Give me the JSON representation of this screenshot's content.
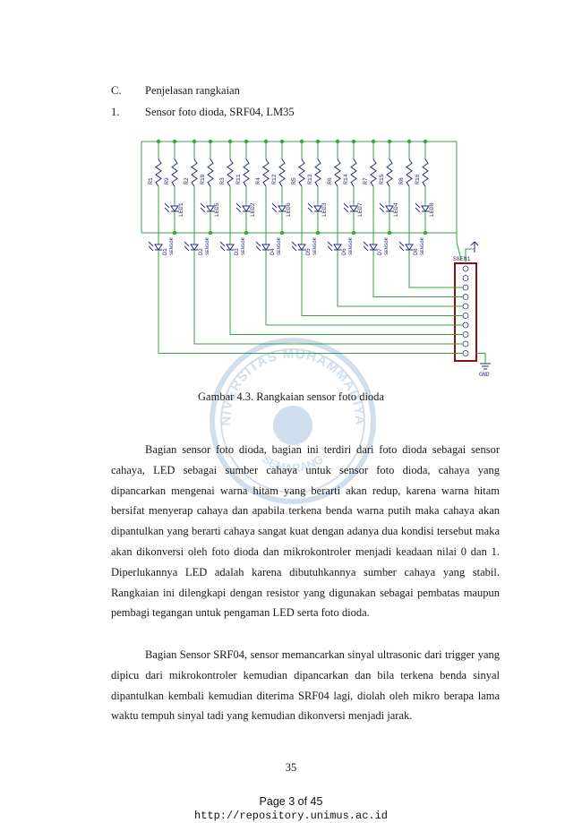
{
  "section": {
    "letter": "C.",
    "title": "Penjelasan rangkaian"
  },
  "subsection": {
    "number": "1.",
    "title": "Sensor foto dioda, SRF04, LM35"
  },
  "schematic": {
    "resistor_top_labels": [
      "R1",
      "R9",
      "R2",
      "R10",
      "R3",
      "R11",
      "R4",
      "R12",
      "R5",
      "R13",
      "R6",
      "R14",
      "R7",
      "R15",
      "R8",
      "R16"
    ],
    "led_labels": [
      "LED1",
      "LED5",
      "LED2",
      "LED6",
      "LED3",
      "LED7",
      "LED4",
      "LED8"
    ],
    "diode_labels": [
      "D1",
      "D2",
      "D3",
      "D4",
      "D5",
      "D6",
      "D7",
      "D8"
    ],
    "connector_label": "SSEN1",
    "ground_label": "GND"
  },
  "caption": "Gambar 4.3. Rangkaian sensor foto dioda",
  "paragraphs": [
    "Bagian sensor foto dioda, bagian ini terdiri dari foto dioda sebagai sensor cahaya, LED sebagai sumber cahaya untuk sensor foto dioda, cahaya yang dipancarkan mengenai warna hitam yang berarti akan redup, karena warna hitam bersifat menyerap cahaya dan apabila terkena benda warna putih maka cahaya akan dipantulkan yang berarti cahaya sangat kuat dengan adanya dua kondisi tersebut maka akan dikonversi oleh foto dioda dan mikrokontroler menjadi keadaan nilai 0 dan 1. Diperlukannya LED adalah karena dibutuhkannya sumber cahaya yang stabil. Rangkaian ini dilengkapi dengan resistor yang digunakan sebagai pembatas maupun pembagi tegangan untuk pengaman LED serta foto dioda.",
    "Bagian Sensor SRF04, sensor memancarkan sinyal ultrasonic dari trigger yang dipicu dari mikrokontroler  kemudian dipancarkan dan bila terkena benda sinyal dipantulkan kembali kemudian diterima SRF04 lagi, diolah oleh mikro berapa lama waktu tempuh sinyal tadi yang kemudian dikonversi menjadi jarak."
  ],
  "watermark": {
    "top_text": "UNIVERSITAS MUHAMMADIYAH",
    "bottom_text": "SEMARANG",
    "color": "#2f6fb5"
  },
  "page_number": "35",
  "footer": {
    "page_of": "Page 3 of 45",
    "url": "http://repository.unimus.ac.id"
  },
  "colors": {
    "wire": "#3aa23a",
    "component": "#2a2a7a",
    "connector": "#8a1010",
    "text": "#1a1a1a"
  }
}
